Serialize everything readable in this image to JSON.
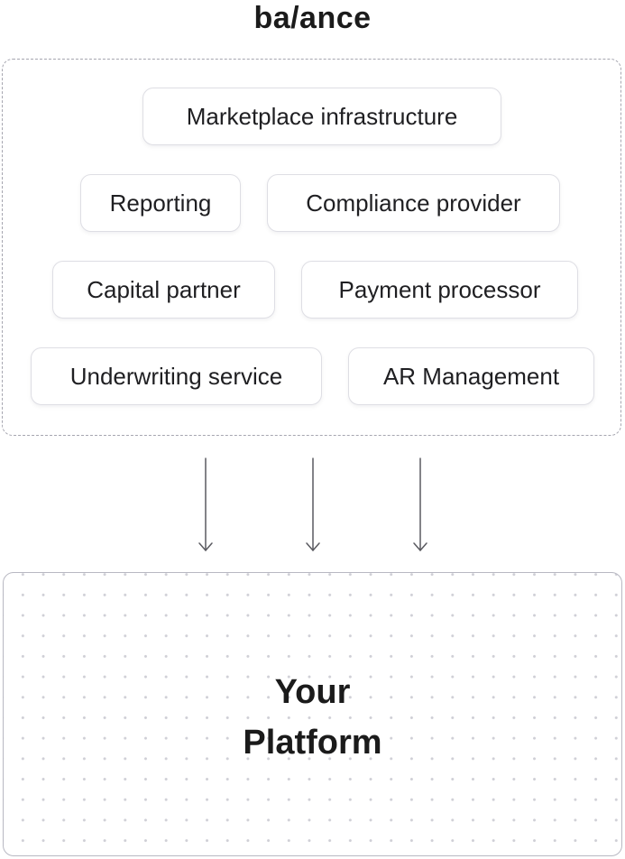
{
  "brand": {
    "logo_text": "ba/ance"
  },
  "providers": {
    "items": [
      "Marketplace infrastructure",
      "Reporting",
      "Compliance provider",
      "Capital partner",
      "Payment processor",
      "Underwriting service",
      "AR Management"
    ]
  },
  "platform": {
    "title_line1": "Your",
    "title_line2": "Platform"
  },
  "colors": {
    "text": "#1c1c1e",
    "chip_border": "#dedee4",
    "dashed_frame": "#a6a6b0",
    "arrow": "#5a5a60",
    "platform_border": "#b8b8c2",
    "dot_grid": "#cfcfd6"
  }
}
